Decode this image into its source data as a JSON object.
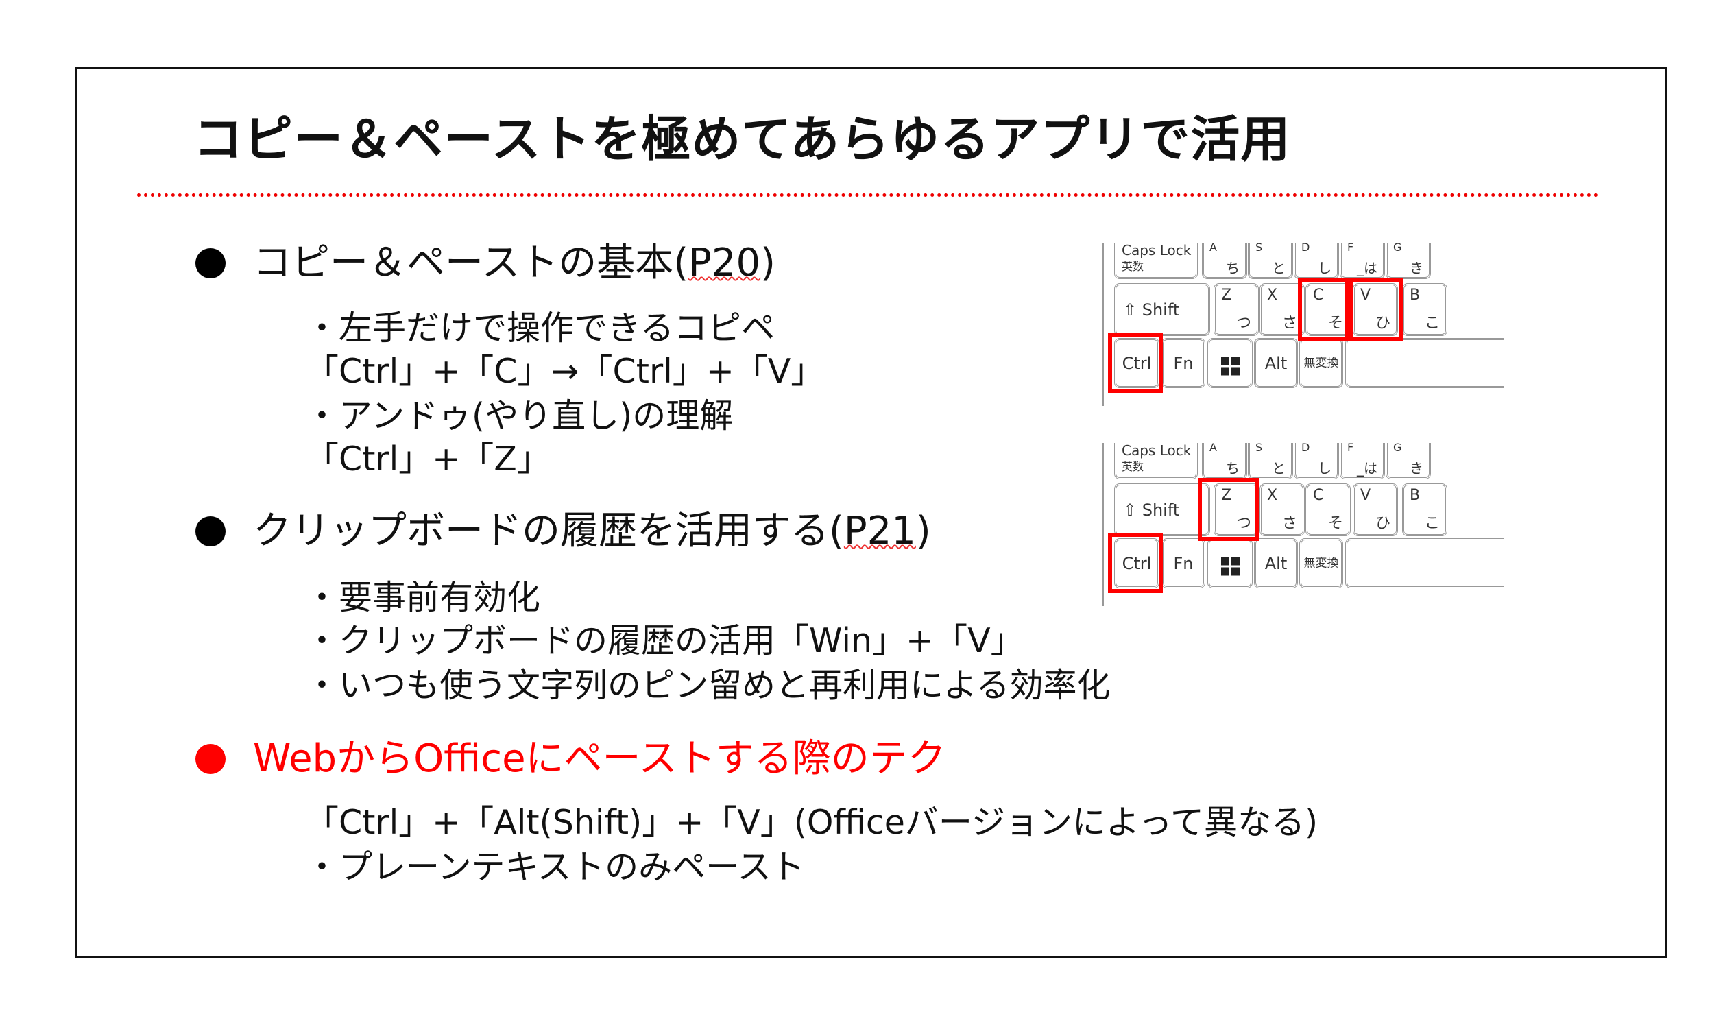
{
  "title": "コピー＆ペーストを極めてあらゆるアプリで活用",
  "sections": [
    {
      "heading": "コピー＆ペーストの基本(",
      "page_ref": "P20",
      "heading_end": ")",
      "lines": [
        "・左手だけで操作できるコピペ",
        "「Ctrl」+「C」→「Ctrl」+「V」",
        "・アンドゥ(やり直し)の理解",
        "「Ctrl」+「Z」"
      ]
    },
    {
      "heading": "クリップボードの履歴を活用する(",
      "page_ref": "P21",
      "heading_end": ")",
      "lines": [
        "・要事前有効化",
        "・クリップボードの履歴の活用「Win」+「V」",
        "・いつも使う文字列のピン留めと再利用による効率化"
      ]
    },
    {
      "heading": "WebからOfficeにペーストする際のテク",
      "color": "#ff0000",
      "lines": [
        "「Ctrl」+「Alt(Shift)」+「V」(Officeバージョンによって異なる)",
        "・プレーンテキストのみペースト"
      ]
    }
  ],
  "keyboard": {
    "caps": "Caps Lock",
    "caps_sub": "英数",
    "row1": [
      [
        "A",
        "ち"
      ],
      [
        "S",
        "と"
      ],
      [
        "D",
        "し"
      ],
      [
        "F",
        "_は"
      ],
      [
        "G",
        "き"
      ]
    ],
    "shift": "⇧ Shift",
    "row2": [
      [
        "Z",
        "つ"
      ],
      [
        "X",
        "さ"
      ],
      [
        "C",
        "そ"
      ],
      [
        "V",
        "ひ"
      ],
      [
        "B",
        "こ"
      ]
    ],
    "ctrl": "Ctrl",
    "fn": "Fn",
    "alt": "Alt",
    "muhenkan": "無変換"
  },
  "keyboard_highlights": [
    [
      "Ctrl",
      "C",
      "V"
    ],
    [
      "Ctrl",
      "Z"
    ]
  ],
  "colors": {
    "accent": "#ff0000"
  }
}
